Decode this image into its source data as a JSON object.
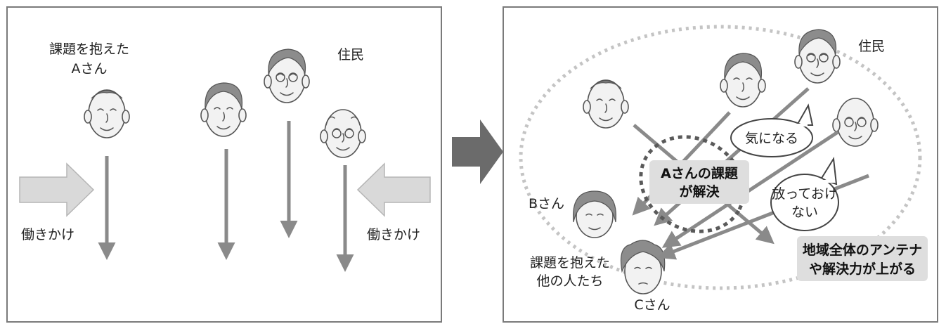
{
  "left_panel": {
    "label_a_line1": "課題を抱えた",
    "label_a_line2": "Aさん",
    "label_residents": "住民",
    "action_left": "働きかけ",
    "action_right": "働きかけ"
  },
  "right_panel": {
    "label_residents": "住民",
    "bubble_1": "気になる",
    "bubble_2_line1": "放っておけ",
    "bubble_2_line2": "ない",
    "solved_line1": "Aさんの課題",
    "solved_line2": "が解決",
    "label_b": "Bさん",
    "label_others_line1": "課題を抱えた",
    "label_others_line2": "他の人たち",
    "label_c": "Cさん",
    "result_line1": "地域全体のアンテナ",
    "result_line2": "や解決力が上がる"
  }
}
